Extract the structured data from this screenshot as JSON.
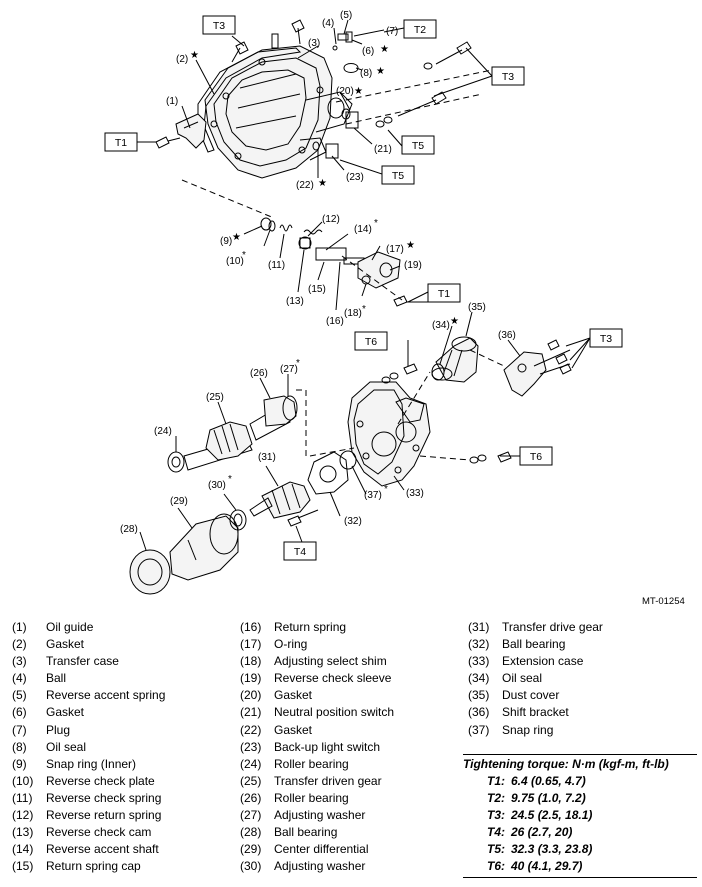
{
  "figure_ref": "MT-01254",
  "callouts": {
    "c1": "(1)",
    "c2": "(2)",
    "c3": "(3)",
    "c4": "(4)",
    "c5": "(5)",
    "c6": "(6)",
    "c7": "(7)",
    "c8": "(8)",
    "c9": "(9)",
    "c10": "(10)",
    "c11": "(11)",
    "c12": "(12)",
    "c13": "(13)",
    "c14": "(14)",
    "c15": "(15)",
    "c16": "(16)",
    "c17": "(17)",
    "c18": "(18)",
    "c19": "(19)",
    "c20": "(20)",
    "c21": "(21)",
    "c22": "(22)",
    "c23": "(23)",
    "c24": "(24)",
    "c25": "(25)",
    "c26": "(26)",
    "c27": "(27)",
    "c28": "(28)",
    "c29": "(29)",
    "c30": "(30)",
    "c31": "(31)",
    "c32": "(32)",
    "c33": "(33)",
    "c34": "(34)",
    "c35": "(35)",
    "c36": "(36)",
    "c37": "(37)"
  },
  "marks": {
    "star": "★",
    "asterisk": "*"
  },
  "torque_tags": {
    "t1": "T1",
    "t2": "T2",
    "t3": "T3",
    "t4": "T4",
    "t5": "T5",
    "t6": "T6"
  },
  "parts": [
    {
      "num": "(1)",
      "name": "Oil guide"
    },
    {
      "num": "(2)",
      "name": "Gasket"
    },
    {
      "num": "(3)",
      "name": "Transfer case"
    },
    {
      "num": "(4)",
      "name": "Ball"
    },
    {
      "num": "(5)",
      "name": "Reverse accent spring"
    },
    {
      "num": "(6)",
      "name": "Gasket"
    },
    {
      "num": "(7)",
      "name": "Plug"
    },
    {
      "num": "(8)",
      "name": "Oil seal"
    },
    {
      "num": "(9)",
      "name": "Snap ring (Inner)"
    },
    {
      "num": "(10)",
      "name": "Reverse check plate"
    },
    {
      "num": "(11)",
      "name": "Reverse check spring"
    },
    {
      "num": "(12)",
      "name": "Reverse return spring"
    },
    {
      "num": "(13)",
      "name": "Reverse check cam"
    },
    {
      "num": "(14)",
      "name": "Reverse accent shaft"
    },
    {
      "num": "(15)",
      "name": "Return spring cap"
    },
    {
      "num": "(16)",
      "name": "Return spring"
    },
    {
      "num": "(17)",
      "name": "O-ring"
    },
    {
      "num": "(18)",
      "name": "Adjusting select shim"
    },
    {
      "num": "(19)",
      "name": "Reverse check sleeve"
    },
    {
      "num": "(20)",
      "name": "Gasket"
    },
    {
      "num": "(21)",
      "name": "Neutral position switch"
    },
    {
      "num": "(22)",
      "name": "Gasket"
    },
    {
      "num": "(23)",
      "name": "Back-up light switch"
    },
    {
      "num": "(24)",
      "name": "Roller bearing"
    },
    {
      "num": "(25)",
      "name": "Transfer driven gear"
    },
    {
      "num": "(26)",
      "name": "Roller bearing"
    },
    {
      "num": "(27)",
      "name": "Adjusting washer"
    },
    {
      "num": "(28)",
      "name": "Ball bearing"
    },
    {
      "num": "(29)",
      "name": "Center differential"
    },
    {
      "num": "(30)",
      "name": "Adjusting washer"
    },
    {
      "num": "(31)",
      "name": "Transfer drive gear"
    },
    {
      "num": "(32)",
      "name": "Ball bearing"
    },
    {
      "num": "(33)",
      "name": "Extension case"
    },
    {
      "num": "(34)",
      "name": "Oil seal"
    },
    {
      "num": "(35)",
      "name": "Dust cover"
    },
    {
      "num": "(36)",
      "name": "Shift bracket"
    },
    {
      "num": "(37)",
      "name": "Snap ring"
    }
  ],
  "torque": {
    "title": "Tightening torque: N·m (kgf-m, ft-lb)",
    "rows": [
      {
        "key": "T1:",
        "value": "6.4 (0.65, 4.7)"
      },
      {
        "key": "T2:",
        "value": "9.75 (1.0, 7.2)"
      },
      {
        "key": "T3:",
        "value": "24.5 (2.5, 18.1)"
      },
      {
        "key": "T4:",
        "value": "26 (2.7, 20)"
      },
      {
        "key": "T5:",
        "value": "32.3 (3.3, 23.8)"
      },
      {
        "key": "T6:",
        "value": "40 (4.1, 29.7)"
      }
    ]
  }
}
